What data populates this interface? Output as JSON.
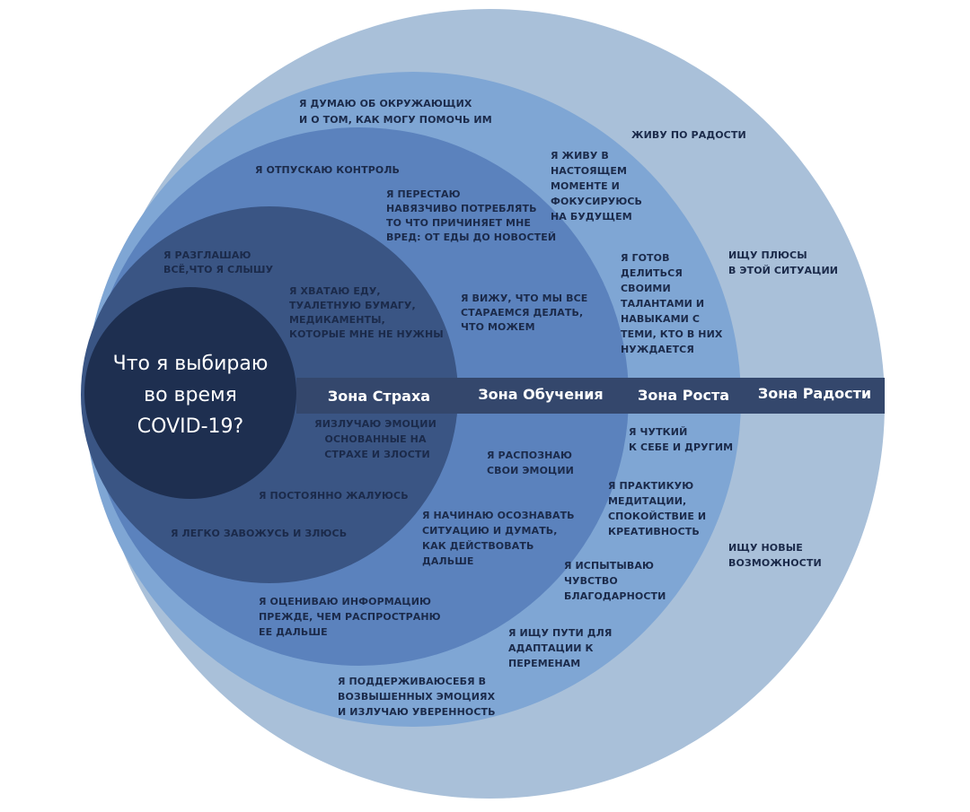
{
  "center_title": [
    "Что я выбираю",
    "во время",
    "COVID-19?"
  ],
  "zones": {
    "fear": "Зона Страха",
    "learning": "Зона Обучения",
    "growth": "Зона Роста",
    "joy": "Зона Радости"
  },
  "colors": {
    "joy_circle": "#a9c0d9",
    "growth_circle": "#7fa6d4",
    "learning_circle": "#5b82bd",
    "fear_circle": "#3a5584",
    "center_circle": "#1e2f50",
    "band": "#34476c"
  },
  "statements": {
    "fear": [
      [
        "Я РАЗГЛАШАЮ",
        "ВСЁ,ЧТО Я СЛЫШУ"
      ],
      [
        "Я ХВАТАЮ ЕДУ,",
        "ТУАЛЕТНУЮ БУМАГУ,",
        "МЕДИКАМЕНТЫ,",
        "КОТОРЫЕ МНЕ НЕ НУЖНЫ"
      ],
      [
        "ЯИЗЛУЧАЮ ЭМОЦИИ",
        "ОСНОВАННЫЕ НА",
        "СТРАХЕ И ЗЛОСТИ"
      ],
      [
        "Я ПОСТОЯННО ЖАЛУЮСЬ"
      ],
      [
        "Я ЛЕГКО ЗАВОЖУСЬ И ЗЛЮСЬ"
      ]
    ],
    "learning": [
      [
        "Я ОТПУСКАЮ КОНТРОЛЬ"
      ],
      [
        "Я ПЕРЕСТАЮ",
        "НАВЯЗЧИВО ПОТРЕБЛЯТЬ",
        "ТО ЧТО ПРИЧИНЯЕТ МНЕ",
        "ВРЕД: ОТ ЕДЫ ДО НОВОСТЕЙ"
      ],
      [
        "Я ВИЖУ, ЧТО МЫ ВСЕ",
        "СТАРАЕМСЯ ДЕЛАТЬ,",
        "ЧТО МОЖЕМ"
      ],
      [
        "Я РАСПОЗНАЮ",
        "СВОИ ЭМОЦИИ"
      ],
      [
        "Я НАЧИНАЮ ОСОЗНАВАТЬ",
        "СИТУАЦИЮ И ДУМАТЬ,",
        "КАК ДЕЙСТВОВАТЬ",
        "ДАЛЬШЕ"
      ],
      [
        "Я ОЦЕНИВАЮ ИНФОРМАЦИЮ",
        "ПРЕЖДЕ, ЧЕМ РАСПРОСТРАНЮ",
        "ЕЕ ДАЛЬШЕ"
      ]
    ],
    "growth": [
      [
        "Я ДУМАЮ ОБ ОКРУЖАЮЩИХ",
        "И О ТОМ, КАК МОГУ ПОМОЧЬ ИМ"
      ],
      [
        "Я ЖИВУ В",
        "НАСТОЯЩЕМ",
        "МОМЕНТЕ И",
        "ФОКУСИРУЮСЬ",
        "НА БУДУЩЕМ"
      ],
      [
        "Я ГОТОВ",
        "ДЕЛИТЬСЯ",
        "СВОИМИ",
        "ТАЛАНТАМИ И",
        "НАВЫКАМИ С",
        "ТЕМИ, КТО В НИХ",
        "НУЖДАЕТСЯ"
      ],
      [
        "Я ЧУТКИЙ",
        "К СЕБЕ И ДРУГИМ"
      ],
      [
        "Я ПРАКТИКУЮ",
        "МЕДИТАЦИИ,",
        "СПОКОЙСТВИЕ И",
        "КРЕАТИВНОСТЬ"
      ],
      [
        "Я ИСПЫТЫВАЮ",
        "ЧУВСТВО",
        "БЛАГОДАРНОСТИ"
      ],
      [
        "Я ИЩУ ПУТИ ДЛЯ",
        "АДАПТАЦИИ К",
        "ПЕРЕМЕНАМ"
      ],
      [
        "Я ПОДДЕРЖИВАЮСЕБЯ В",
        "ВОЗВЫШЕННЫХ ЭМОЦИЯХ",
        "И ИЗЛУЧАЮ УВЕРЕННОСТЬ"
      ]
    ],
    "joy": [
      [
        "ЖИВУ ПО РАДОСТИ"
      ],
      [
        "ИЩУ ПЛЮСЫ",
        "В ЭТОЙ СИТУАЦИИ"
      ],
      [
        "ИЩУ НОВЫЕ",
        "ВОЗМОЖНОСТИ"
      ]
    ]
  }
}
